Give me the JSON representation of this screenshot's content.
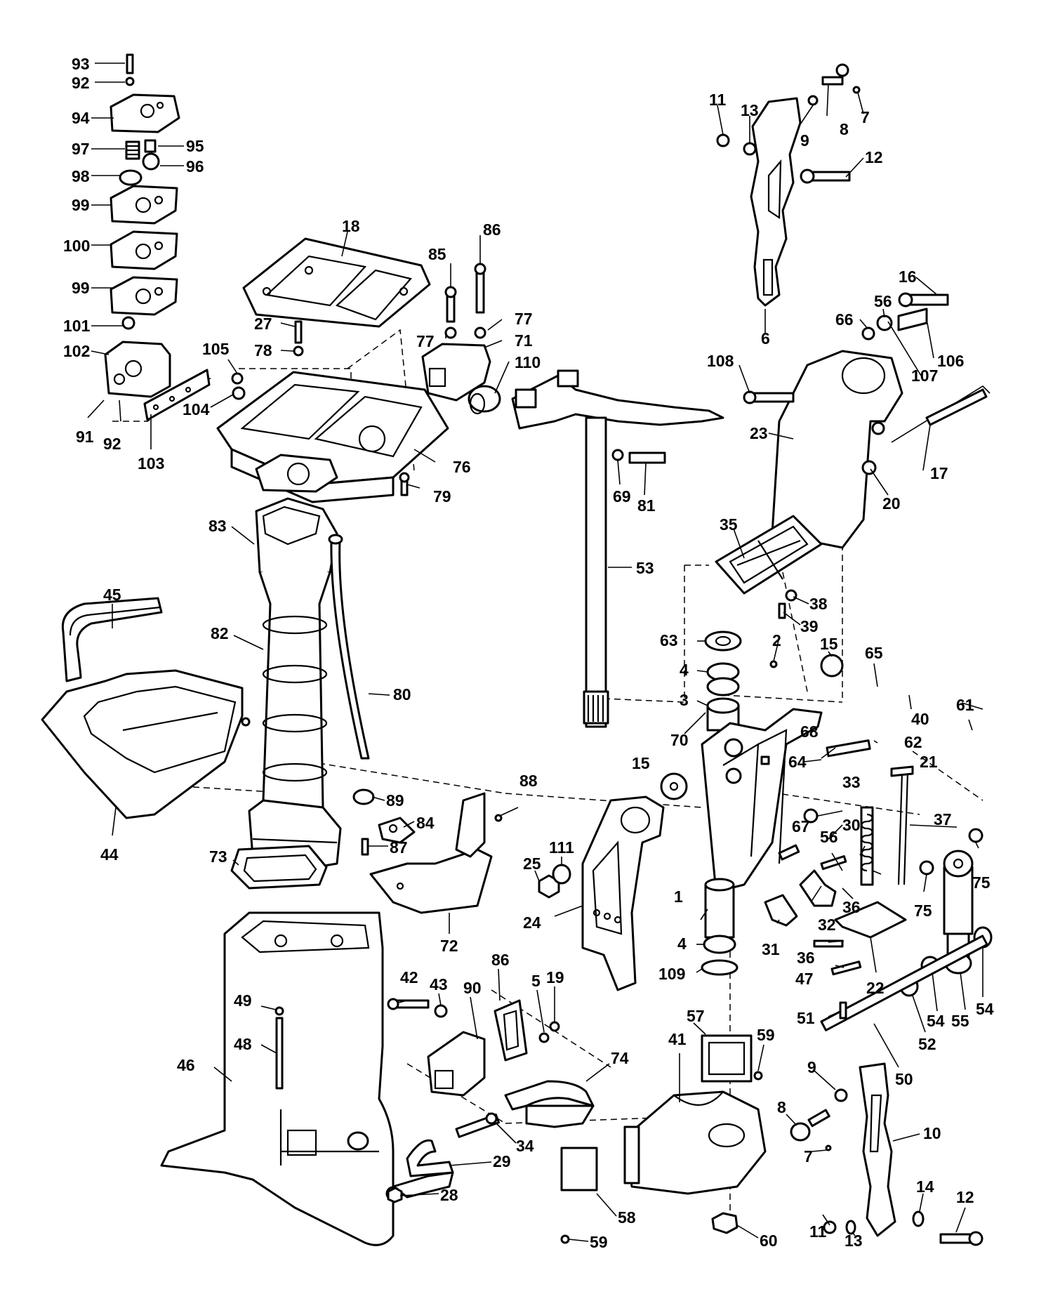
{
  "callouts": [
    "93",
    "92",
    "94",
    "97",
    "95",
    "96",
    "98",
    "99",
    "100",
    "99",
    "101",
    "102",
    "105",
    "104",
    "91",
    "92",
    "103",
    "18",
    "27",
    "78",
    "76",
    "79",
    "85",
    "86",
    "77",
    "77",
    "71",
    "110",
    "69",
    "81",
    "53",
    "11",
    "13",
    "8",
    "7",
    "9",
    "12",
    "6",
    "16",
    "56",
    "66",
    "108",
    "107",
    "106",
    "23",
    "17",
    "20",
    "35",
    "38",
    "63",
    "39",
    "4",
    "3",
    "2",
    "15",
    "70",
    "65",
    "40",
    "61",
    "62",
    "68",
    "21",
    "64",
    "15",
    "33",
    "56",
    "30",
    "37",
    "75",
    "75",
    "67",
    "36",
    "32",
    "31",
    "36",
    "47",
    "22",
    "54",
    "55",
    "52",
    "54",
    "50",
    "51",
    "1",
    "4",
    "109",
    "57",
    "41",
    "59",
    "9",
    "8",
    "7",
    "10",
    "14",
    "12",
    "11",
    "13",
    "60",
    "58",
    "59",
    "83",
    "82",
    "80",
    "45",
    "44",
    "89",
    "84",
    "87",
    "88",
    "73",
    "72",
    "111",
    "25",
    "24",
    "86",
    "19",
    "5",
    "43",
    "42",
    "90",
    "74",
    "34",
    "29",
    "28",
    "49",
    "48",
    "46"
  ]
}
